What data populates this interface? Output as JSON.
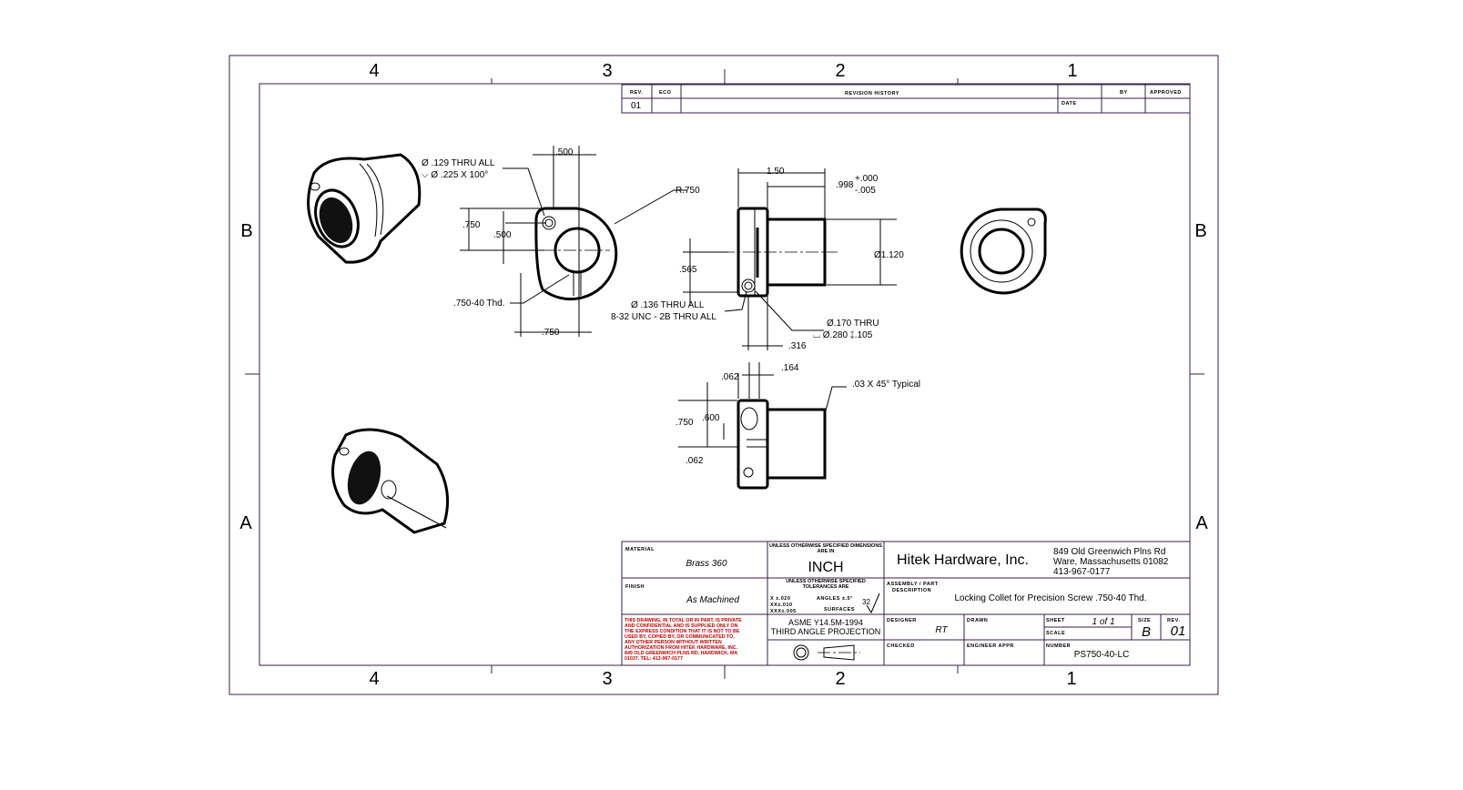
{
  "zones": {
    "columns": [
      "4",
      "3",
      "2",
      "1"
    ],
    "rows": [
      "B",
      "A"
    ]
  },
  "revision_block": {
    "headers": {
      "rev": "REV.",
      "eco": "ECO",
      "history": "REVISION HISTORY",
      "date": "DATE",
      "by": "BY",
      "approved": "APPROVED"
    },
    "rows": [
      {
        "rev": "01"
      }
    ]
  },
  "dimensions": {
    "front": {
      "hole_note_1": "Ø .129 THRU ALL",
      "hole_note_2": "⌵ Ø .225 X 100°",
      "top_width": ".500",
      "radius": "R.750",
      "height_750": ".750",
      "height_500": ".500",
      "thread": ".750-40 Thd.",
      "bottom_width": ".750",
      "screw_note_1": "Ø .136 THRU ALL",
      "screw_note_2": "8-32 UNC - 2B THRU ALL"
    },
    "side": {
      "length": "1.50",
      "shank": ".998",
      "tol_plus": "+.000",
      "tol_minus": "-.005",
      "diameter": "Ø1.120",
      "offset": ".565",
      "cbore_1": "Ø.170 THRU",
      "cbore_2": "⌴ Ø.280 ↧.105",
      "flange": ".316"
    },
    "bottom": {
      "d062a": ".062",
      "d164": ".164",
      "chamfer": ".03 X 45° Typical",
      "d750": ".750",
      "d600": ".600",
      "d062b": ".062"
    }
  },
  "title_block": {
    "material_label": "MATERIAL",
    "material": "Brass 360",
    "finish_label": "FINISH",
    "finish": "As Machined",
    "units_note": "UNLESS OTHERWISE SPECIFIED DIMENSIONS ARE IN",
    "units": "INCH",
    "tol_note": "UNLESS OTHERWISE SPECIFIED TOLERANCES ARE",
    "tol_x": "X ±.020",
    "tol_xx": "XX±.010",
    "tol_xxx": "XXX±.005",
    "angles": "ANGLES ±.5°",
    "surface_value": "32",
    "surfaces": "SURFACES",
    "standard": "ASME Y14.5M-1994",
    "projection": "THIRD ANGLE PROJECTION",
    "proprietary": [
      "THIS DRAWING, IN TOTAL OR IN PART, IS PRIVATE",
      "AND CONFIDENTIAL AND IS SUPPLIED ONLY ON",
      "THE EXPRESS CONDITION THAT IT IS NOT TO BE",
      "USED BY, COPIED BY, OR COMMUNICATED TO,",
      "ANY OTHER PERSON WITHOUT WRITTEN",
      "AUTHORIZATION FROM HITEK HARDWARE, INC.",
      "849 OLD GREENWICH PLNS RD, HARDWICK, MA",
      "01037. TEL: 413-967-0177"
    ],
    "company": "Hitek Hardware, Inc.",
    "address_1": "849 Old Greenwich Plns Rd",
    "address_2": "Ware, Massachusetts 01082",
    "phone": "413-967-0177",
    "description_label_1": "ASSEMBLY / PART",
    "description_label_2": "DESCRIPTION",
    "description": "Locking Collet for Precision Screw .750-40 Thd.",
    "designer_label": "DESIGNER",
    "designer": "RT",
    "drawn_label": "DRAWN",
    "checked_label": "CHECKED",
    "engineer_label": "ENGINEER APPR",
    "sheet_label": "SHEET",
    "sheet": "1 of 1",
    "scale_label": "SCALE",
    "size_label": "SIZE",
    "size": "B",
    "rev_label": "REV.",
    "rev": "01",
    "number_label": "NUMBER",
    "number": "PS750-40-LC"
  }
}
